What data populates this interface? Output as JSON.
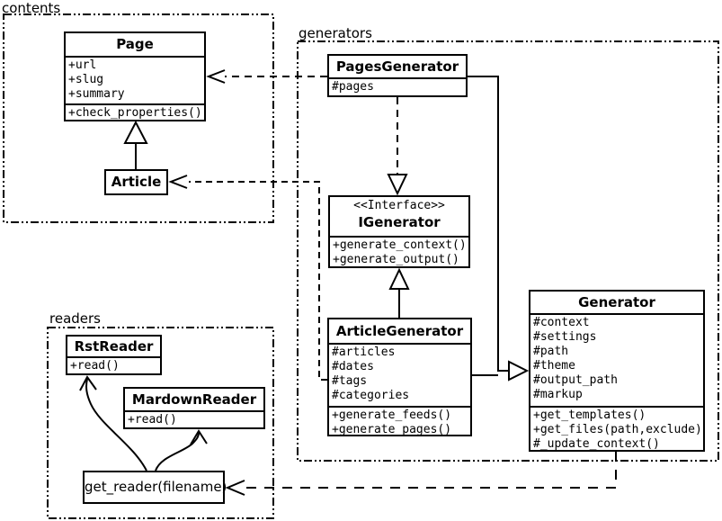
{
  "diagram": {
    "packages": [
      {
        "id": "contents",
        "label": "contents"
      },
      {
        "id": "generators",
        "label": "generators"
      },
      {
        "id": "readers",
        "label": "readers"
      }
    ],
    "classes": {
      "page": {
        "name": "Page",
        "attributes": [
          "+url",
          "+slug",
          "+summary"
        ],
        "methods": [
          "+check_properties()"
        ]
      },
      "article": {
        "name": "Article"
      },
      "pages_generator": {
        "name": "PagesGenerator",
        "attributes": [
          "#pages"
        ]
      },
      "igenerator": {
        "stereotype": "<<Interface>>",
        "name": "IGenerator",
        "methods": [
          "+generate_context()",
          "+generate_output()"
        ]
      },
      "article_generator": {
        "name": "ArticleGenerator",
        "attributes": [
          "#articles",
          "#dates",
          "#tags",
          "#categories"
        ],
        "methods": [
          "+generate_feeds()",
          "+generate_pages()"
        ]
      },
      "generator": {
        "name": "Generator",
        "attributes": [
          "#context",
          "#settings",
          "#path",
          "#theme",
          "#output_path",
          "#markup"
        ],
        "methods": [
          "+get_templates()",
          "+get_files(path,exclude)",
          "#_update_context()"
        ]
      },
      "rst_reader": {
        "name": "RstReader",
        "methods": [
          "+read()"
        ]
      },
      "mardown_reader": {
        "name": "MardownReader",
        "methods": [
          "+read()"
        ]
      },
      "get_reader": {
        "label": "get_reader(filename)"
      }
    },
    "colors": {
      "line": "#000000",
      "background": "#ffffff",
      "box_fill": "#ffffff"
    }
  }
}
